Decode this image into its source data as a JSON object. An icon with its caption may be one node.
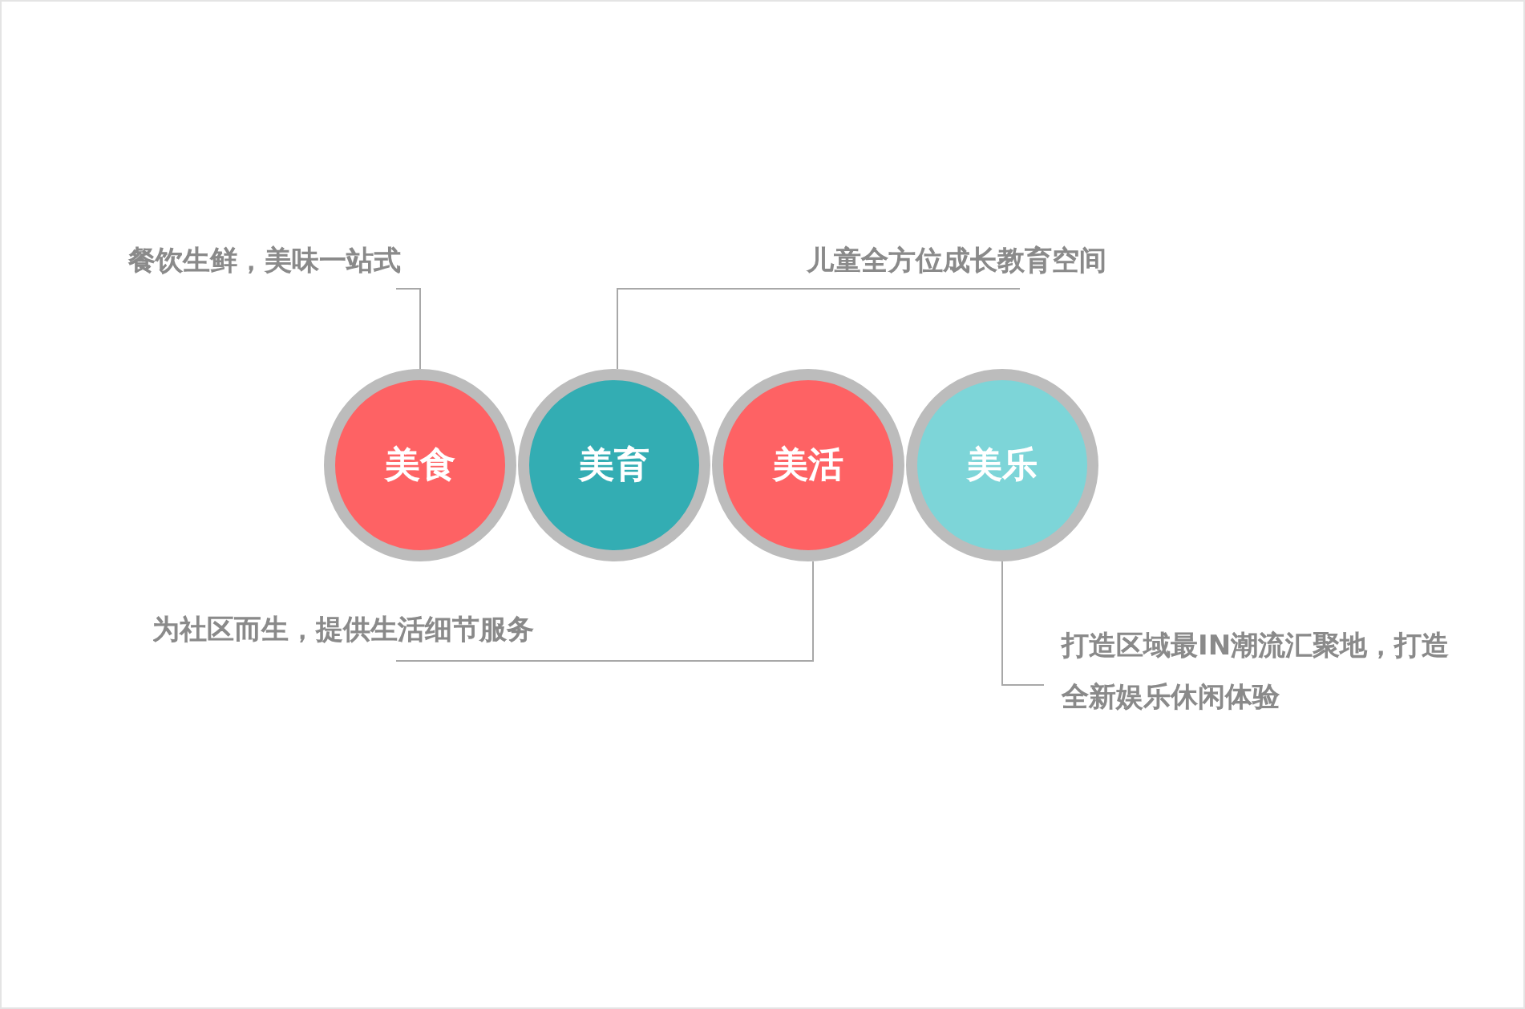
{
  "diagram": {
    "nodes": [
      {
        "text": [
          "美食"
        ]
      },
      {
        "text": [
          "美育"
        ]
      },
      {
        "text": [
          "美活"
        ]
      },
      {
        "text": [
          "美乐"
        ]
      },
      {
        "text": [
          "餐饮生鲜，美味一站式"
        ]
      },
      {
        "text": [
          "儿童全方位成长教育空间"
        ]
      },
      {
        "text": [
          "为社区而生，提供生活细节服务"
        ]
      },
      {
        "text": [
          "打造区域最IN潮流汇聚地，打造全新娱乐休闲体验"
        ]
      }
    ],
    "edges": [
      {
        "from": 4,
        "to": 0,
        "arrow": "none"
      },
      {
        "from": 5,
        "to": 1,
        "arrow": "none"
      },
      {
        "from": 6,
        "to": 2,
        "arrow": "none"
      },
      {
        "from": 7,
        "to": 3,
        "arrow": "none"
      }
    ]
  }
}
